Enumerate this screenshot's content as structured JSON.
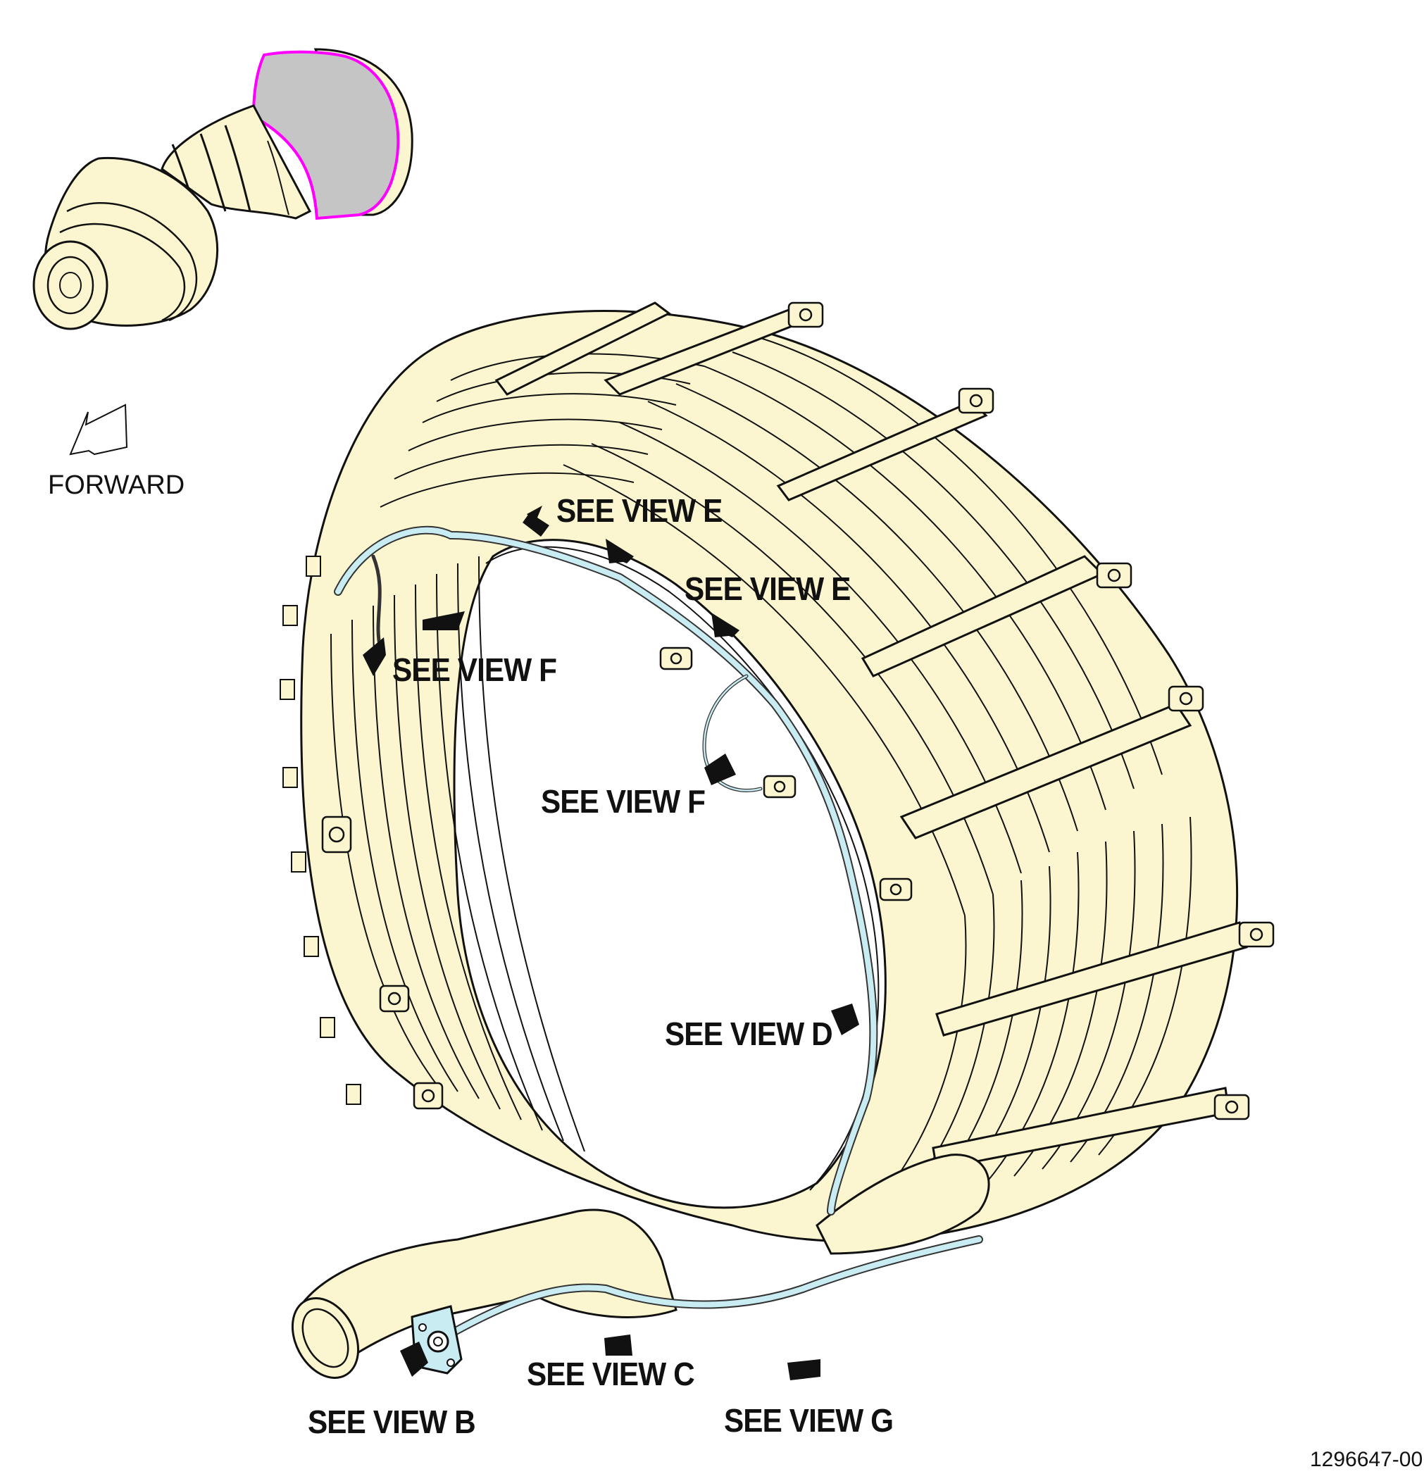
{
  "labels": {
    "forward": "FORWARD",
    "document_number": "1296647-00"
  },
  "callouts": {
    "view_e_top": "SEE VIEW E",
    "view_e_right": "SEE VIEW E",
    "view_f_upper": "SEE VIEW F",
    "view_f_center": "SEE VIEW F",
    "view_d": "SEE VIEW D",
    "view_c": "SEE VIEW C",
    "view_b": "SEE VIEW B",
    "view_g": "SEE VIEW G"
  },
  "colors": {
    "part_fill": "#fbf6cf",
    "outline": "#111111",
    "highlight_fill": "#c5c5c5",
    "highlight_outline": "#ff00ff",
    "harness": "#c9ecf3",
    "harness_outline": "#333333",
    "arrow": "#111111"
  },
  "icons": {
    "forward_arrow": "forward-direction-arrow-icon",
    "view_arrow": "view-pointer-arrow-icon"
  }
}
